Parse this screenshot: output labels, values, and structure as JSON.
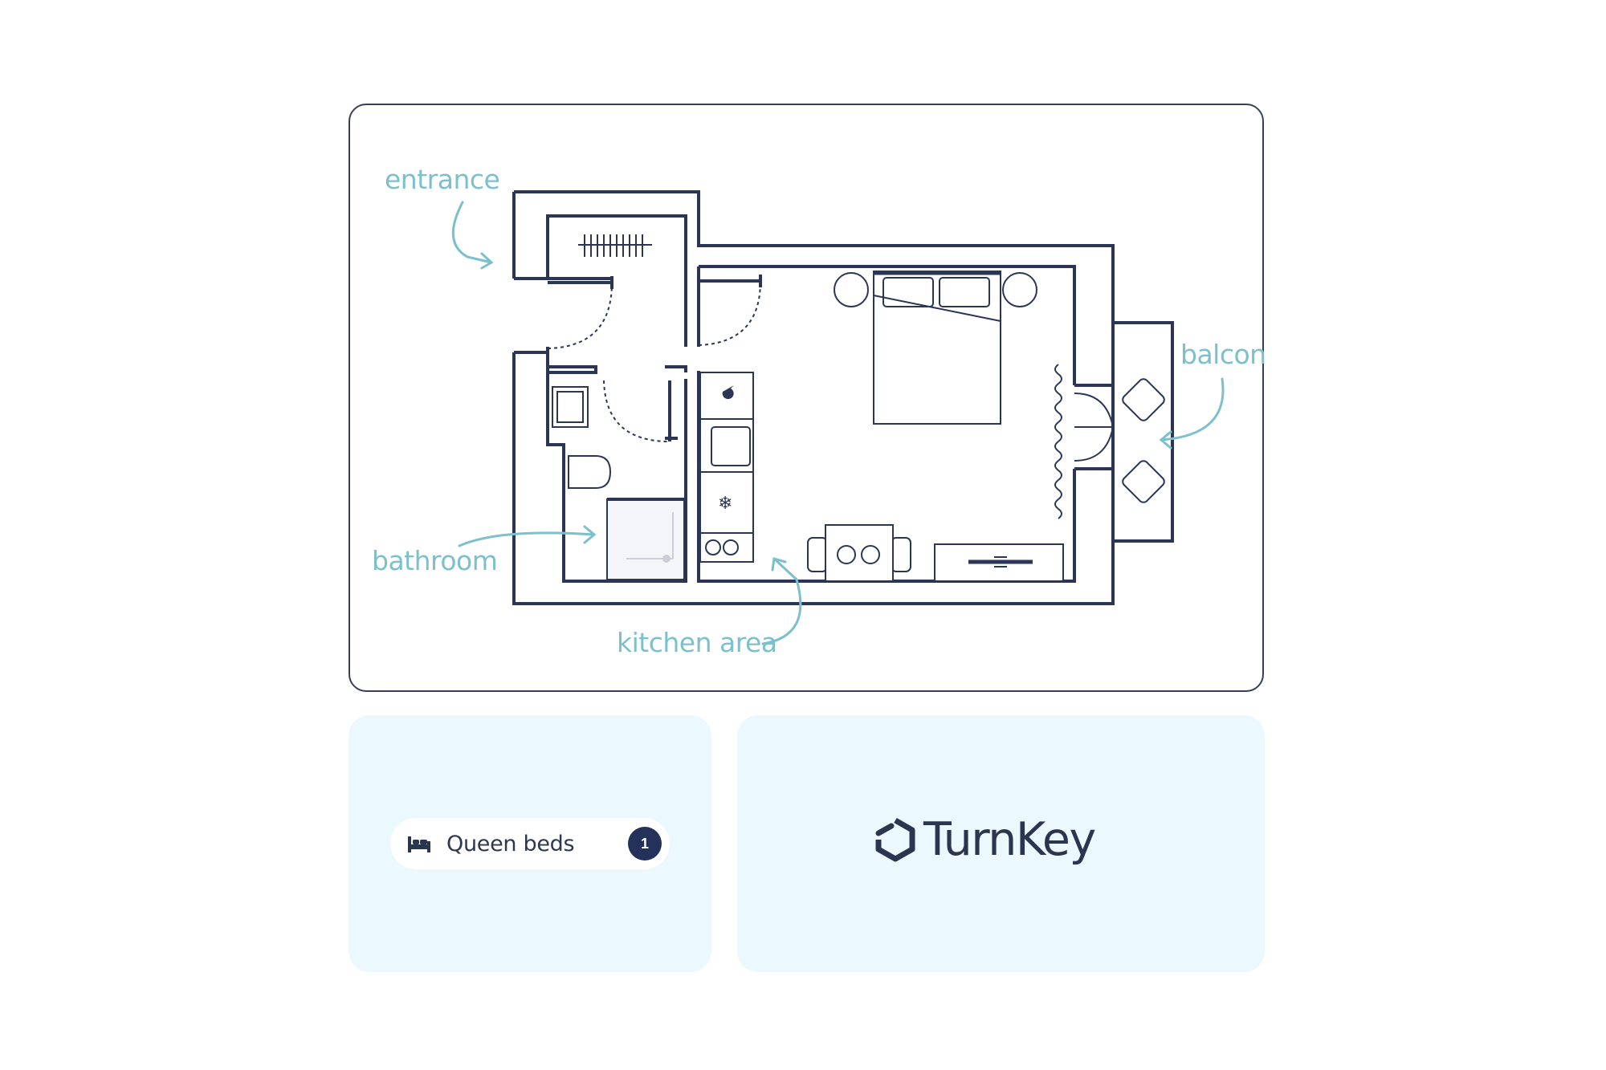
{
  "floorplan": {
    "labels": {
      "entrance": "entrance",
      "balcony": "balcony",
      "bathroom": "bathroom",
      "kitchen": "kitchen area"
    },
    "wall_color": "#2b3656",
    "label_color": "#7cc0cc"
  },
  "beds": {
    "label": "Queen beds",
    "count": "1",
    "icon": "bed-icon"
  },
  "brand": {
    "name": "TurnKey",
    "icon": "turnkey-logo-icon"
  }
}
